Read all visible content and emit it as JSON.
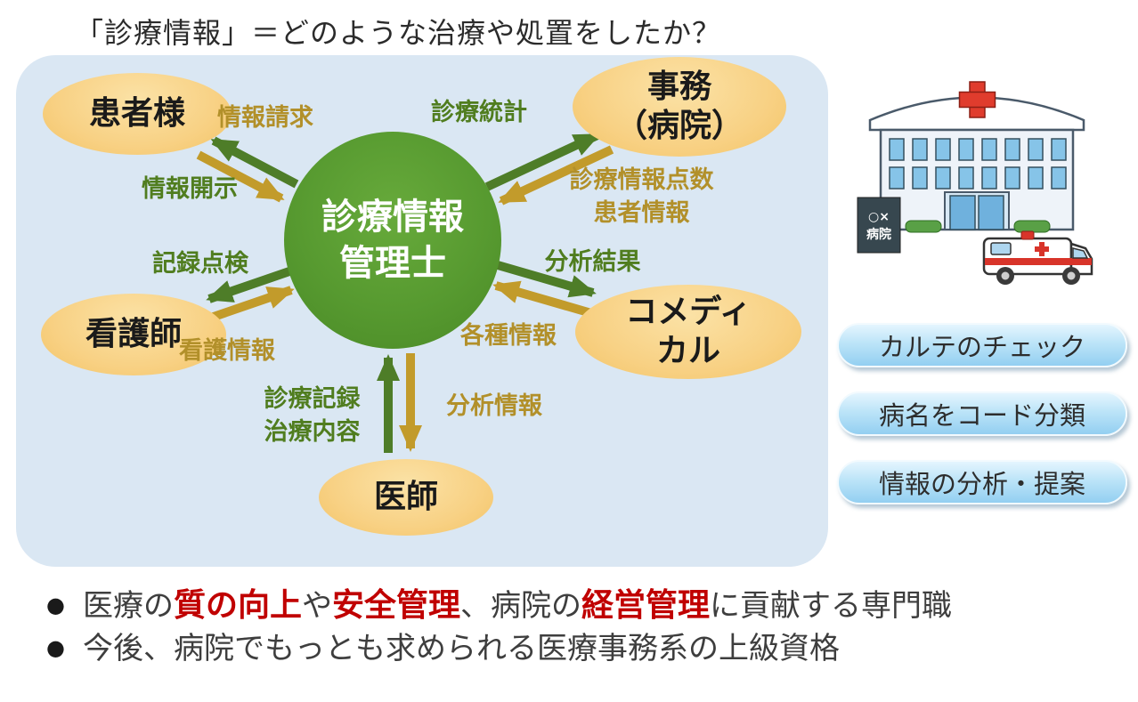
{
  "title": "「診療情報」＝どのような治療や処置をしたか？",
  "diagram": {
    "center": {
      "line1": "診療情報",
      "line2": "管理士"
    },
    "nodes": {
      "patient": {
        "label": "患者様"
      },
      "office": {
        "line1": "事務",
        "line2": "（病院）"
      },
      "nurse": {
        "label": "看護師"
      },
      "comedical": {
        "line1": "コメディ",
        "line2": "カル"
      },
      "doctor": {
        "label": "医師"
      }
    },
    "arrow_labels": {
      "info_request": "情報請求",
      "info_disclosure": "情報開示",
      "medical_statistics": "診療統計",
      "medical_points_line1": "診療情報点数",
      "medical_points_line2": "患者情報",
      "record_check": "記録点検",
      "nursing_info": "看護情報",
      "analysis_result": "分析結果",
      "various_info": "各種情報",
      "medical_record_line1": "診療記録",
      "medical_record_line2": "治療内容",
      "analysis_info": "分析情報"
    }
  },
  "hospital": {
    "sign_line1": "○×",
    "sign_line2": "病院"
  },
  "tasks": {
    "items": [
      "カルテのチェック",
      "病名をコード分類",
      "情報の分析・提案"
    ]
  },
  "bullets": {
    "marker": "●",
    "b1": {
      "s1": "医療の",
      "s2": "質の向上",
      "s3": "や",
      "s4": "安全管理",
      "s5": "、病院の",
      "s6": "経営管理",
      "s7": "に貢献する専門職"
    },
    "b2": "今後、病院でもっとも求められる医療事務系の上級資格"
  },
  "colors": {
    "panel_blue": "#dae7f3",
    "center_green": "#579a30",
    "node_orange": "#f8d184",
    "green_arrow": "#4e7d28",
    "gold_arrow": "#c29b2b",
    "accent_red": "#c00000",
    "button_blue": "#bce4f8"
  }
}
